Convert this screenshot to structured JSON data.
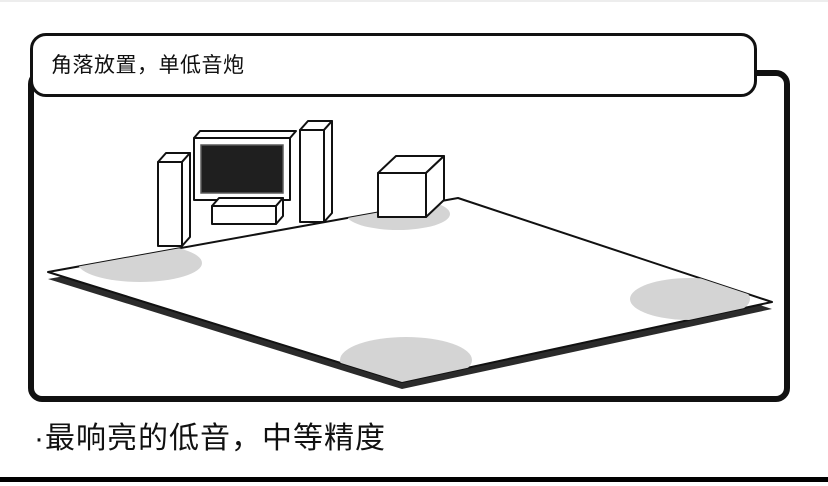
{
  "bubble": {
    "title": "角落放置，单低音炮"
  },
  "caption": {
    "text": "·最响亮的低音，中等精度"
  },
  "colors": {
    "ink": "#111111",
    "spot_gray": "#d4d4d4",
    "floor_edge": "#2b2b2b",
    "tv_black": "#141414",
    "tv_screen": "#1f1f1f"
  },
  "illustration": {
    "parts": [
      "floor",
      "bass-spot-left",
      "bass-spot-top",
      "bass-spot-right",
      "bass-spot-bottom",
      "left-tower-speaker",
      "tv",
      "center-speaker",
      "right-tower-speaker",
      "subwoofer"
    ]
  }
}
